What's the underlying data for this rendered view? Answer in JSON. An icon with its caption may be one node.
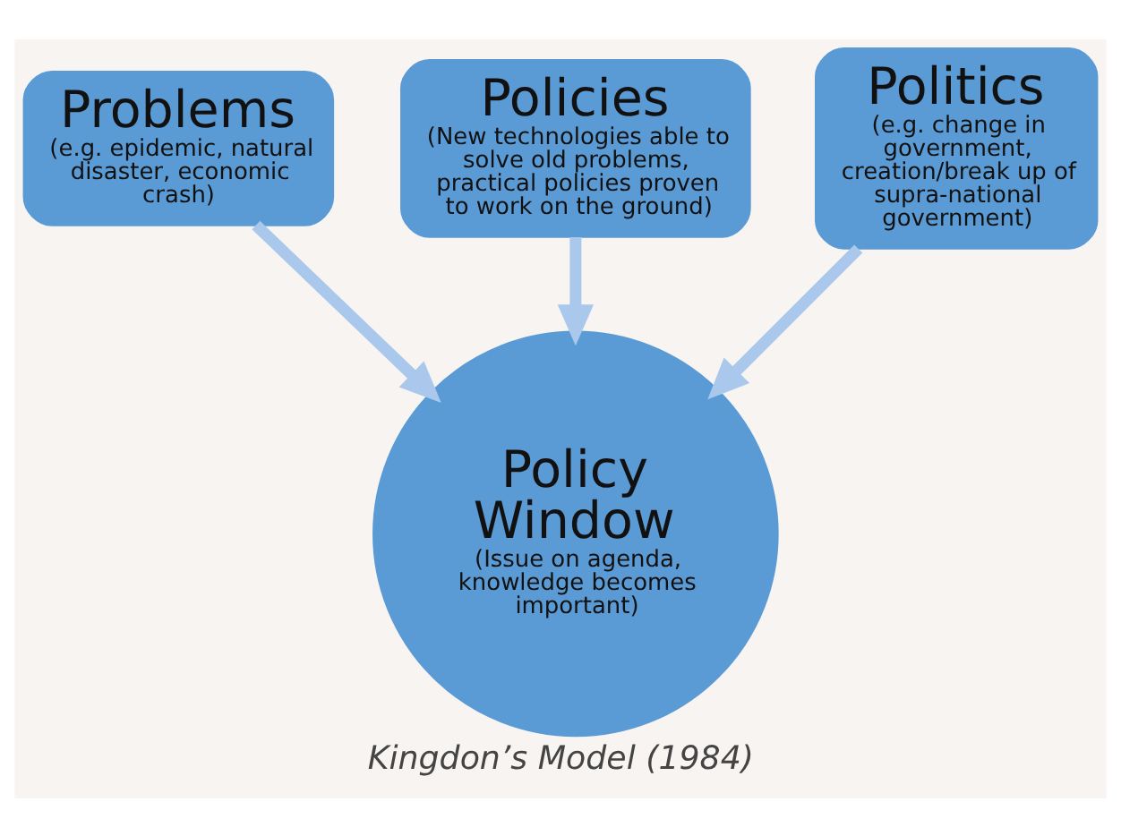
{
  "diagram": {
    "caption": "Kingdon’s Model (1984)",
    "nodes": [
      {
        "text": [
          "Problems",
          "(e.g. epidemic, natural disaster, economic crash)"
        ]
      },
      {
        "text": [
          "Policies",
          "(New technologies able to solve old problems, practical policies proven to work on the ground)"
        ]
      },
      {
        "text": [
          "Politics",
          "(e.g. change in government, creation/break up of supra-national government)"
        ]
      },
      {
        "text": [
          "Policy Window",
          "(Issue on agenda, knowledge becomes important)"
        ]
      }
    ],
    "edges": [
      {
        "from": 0,
        "to": 3,
        "arrow": "to"
      },
      {
        "from": 1,
        "to": 3,
        "arrow": "to"
      },
      {
        "from": 2,
        "to": 3,
        "arrow": "to"
      }
    ]
  }
}
